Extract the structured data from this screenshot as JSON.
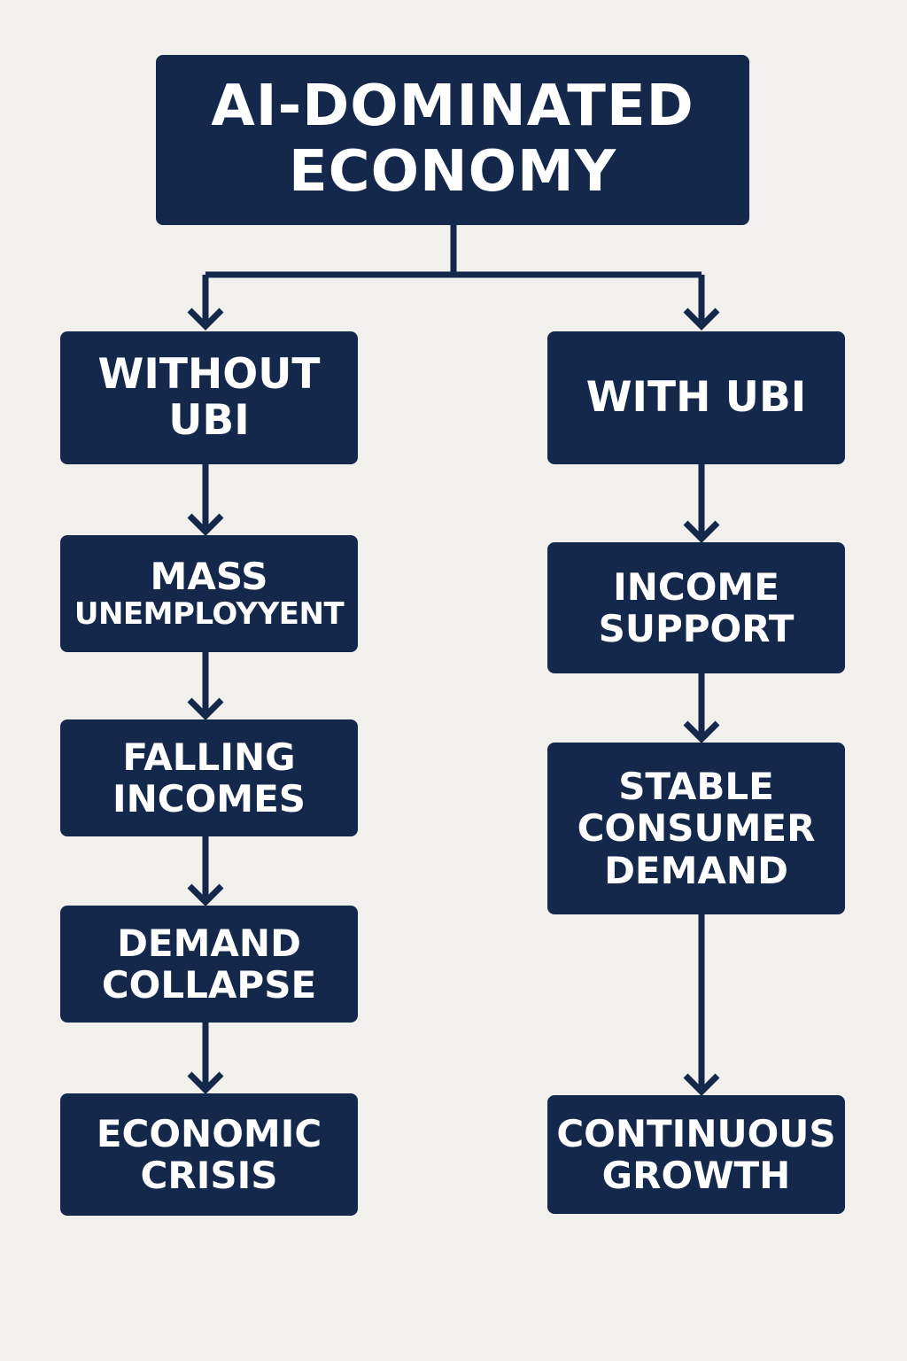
{
  "diagram": {
    "root": {
      "lines": [
        "AI-DOMINATED",
        "ECONOMY"
      ]
    },
    "left": {
      "branch": {
        "lines": [
          "WITHOUT",
          "UBI"
        ]
      },
      "steps": [
        {
          "lines": [
            "MASS",
            "UNEMPLOYYENT"
          ]
        },
        {
          "lines": [
            "FALLING",
            "INCOMES"
          ]
        },
        {
          "lines": [
            "DEMAND",
            "COLLAPSE"
          ]
        },
        {
          "lines": [
            "ECONOMIC",
            "CRISIS"
          ]
        }
      ]
    },
    "right": {
      "branch": {
        "lines": [
          "WITH UBI"
        ]
      },
      "steps": [
        {
          "lines": [
            "INCOME",
            "SUPPORT"
          ]
        },
        {
          "lines": [
            "STABLE",
            "CONSUMER",
            "DEMAND"
          ]
        },
        {
          "lines": [
            "CONTINUOUS",
            "GROWTH"
          ]
        }
      ]
    },
    "colors": {
      "box": "#14284b",
      "text": "#ffffff",
      "connector": "#14284b",
      "background": "#f1f0ec"
    }
  }
}
